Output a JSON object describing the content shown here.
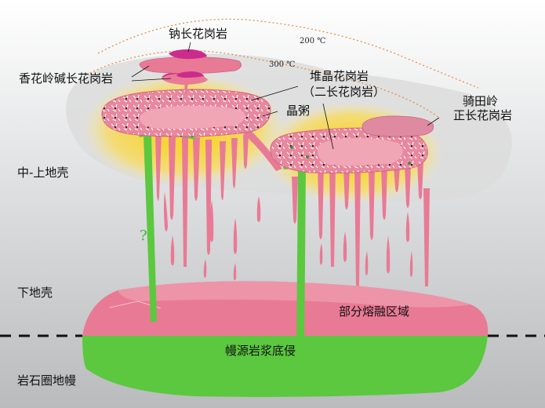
{
  "labels": {
    "albite_granite": "钠长花岗岩",
    "temp_200": "200 ℃",
    "temp_300": "300 ℃",
    "xianghualing": "香花岭碱长花岗岩",
    "cumulate_granite": "堆晶花岗岩",
    "two_mica_granite": "（二长花岗岩）",
    "crystal_mush": "晶粥",
    "qitianling_1": "骑田岭",
    "qitianling_2": "正长花岗岩",
    "mid_upper_crust": "中-上地壳",
    "lower_crust": "下地壳",
    "partial_melting": "部分熔融区域",
    "mantle_underplating": "幔源岩浆底侵",
    "lithospheric_mantle": "岩石圈地幔",
    "question_mark": "?"
  },
  "colors": {
    "pink": "#e97a95",
    "pink_light": "#f1a6b6",
    "green": "#5bc83f",
    "yellow": "#f5d63e",
    "magenta": "#cc2b8e",
    "isotherm": "#e08a3c"
  }
}
